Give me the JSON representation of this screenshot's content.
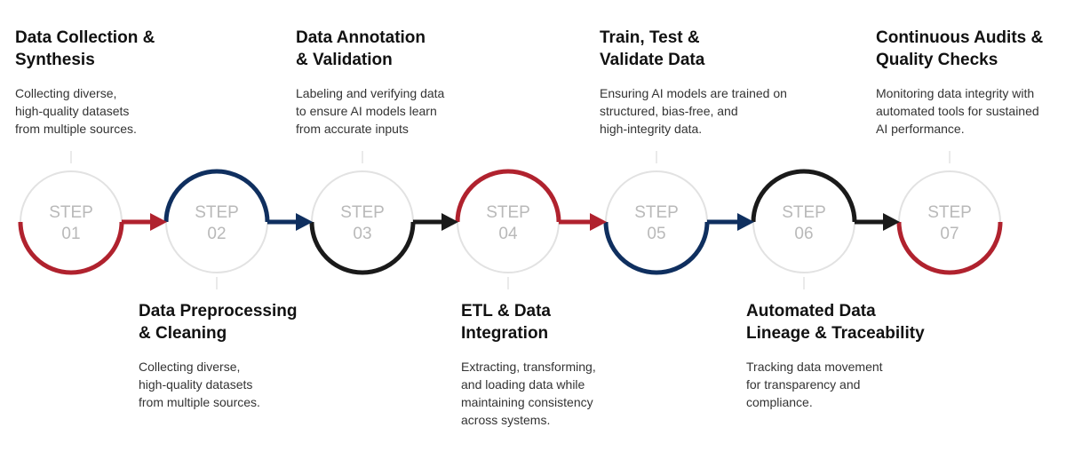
{
  "colors": {
    "red": "#b0222e",
    "navy": "#0f2f5f",
    "black": "#1a1a1a",
    "ring": "#e2e2e2",
    "step_text": "#b9b9b9"
  },
  "steps": [
    {
      "step_label": "STEP",
      "number": "01",
      "title": "Data Collection &\nSynthesis",
      "description": "Collecting diverse,\nhigh-quality datasets\nfrom multiple sources.",
      "arc": "bottom",
      "arc_color": "red",
      "arrow_color": "red",
      "text_position": "top"
    },
    {
      "step_label": "STEP",
      "number": "02",
      "title": "Data Preprocessing\n& Cleaning",
      "description": "Collecting diverse,\nhigh-quality datasets\nfrom multiple sources.",
      "arc": "top",
      "arc_color": "navy",
      "arrow_color": "navy",
      "text_position": "bottom"
    },
    {
      "step_label": "STEP",
      "number": "03",
      "title": "Data Annotation\n& Validation",
      "description": "Labeling and verifying data\nto ensure AI models learn\nfrom accurate inputs",
      "arc": "bottom",
      "arc_color": "black",
      "arrow_color": "black",
      "text_position": "top"
    },
    {
      "step_label": "STEP",
      "number": "04",
      "title": "ETL & Data\nIntegration",
      "description": "Extracting, transforming,\nand loading data while\nmaintaining consistency\nacross systems.",
      "arc": "top",
      "arc_color": "red",
      "arrow_color": "red",
      "text_position": "bottom"
    },
    {
      "step_label": "STEP",
      "number": "05",
      "title": "Train, Test &\nValidate Data",
      "description": "Ensuring AI models are trained on\nstructured, bias-free, and\nhigh-integrity data.",
      "arc": "bottom",
      "arc_color": "navy",
      "arrow_color": "navy",
      "text_position": "top"
    },
    {
      "step_label": "STEP",
      "number": "06",
      "title": "Automated Data\nLineage & Traceability",
      "description": "Tracking data movement\nfor transparency and\ncompliance.",
      "arc": "top",
      "arc_color": "black",
      "arrow_color": "black",
      "text_position": "bottom"
    },
    {
      "step_label": "STEP",
      "number": "07",
      "title": "Continuous Audits &\nQuality Checks",
      "description": "Monitoring data integrity with\nautomated tools for sustained\nAI performance.",
      "arc": "bottom",
      "arc_color": "red",
      "arrow_color": null,
      "text_position": "top"
    }
  ]
}
